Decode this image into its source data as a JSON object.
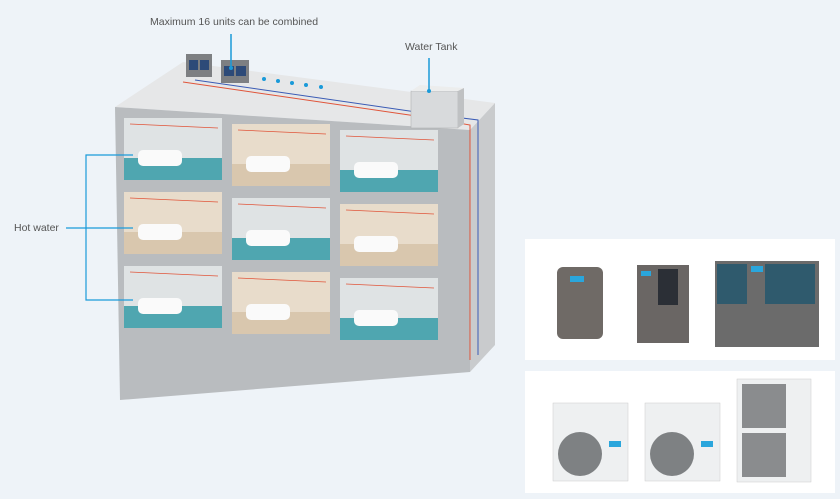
{
  "labels": {
    "combined": "Maximum 16 units can be combined",
    "tank": "Water Tank",
    "hot_water": "Hot water"
  },
  "colors": {
    "accent": "#1a9ad9",
    "hot_pipe": "#e0553a",
    "cold_pipe": "#3a5bb5",
    "water": "#4fa6b0"
  },
  "products": {
    "heat_pump_units": [
      "compact-heat-pump",
      "medium-heat-pump",
      "large-heat-pump"
    ],
    "outdoor_units": [
      "outdoor-unit-1",
      "outdoor-unit-2",
      "outdoor-unit-dual-fan"
    ]
  }
}
